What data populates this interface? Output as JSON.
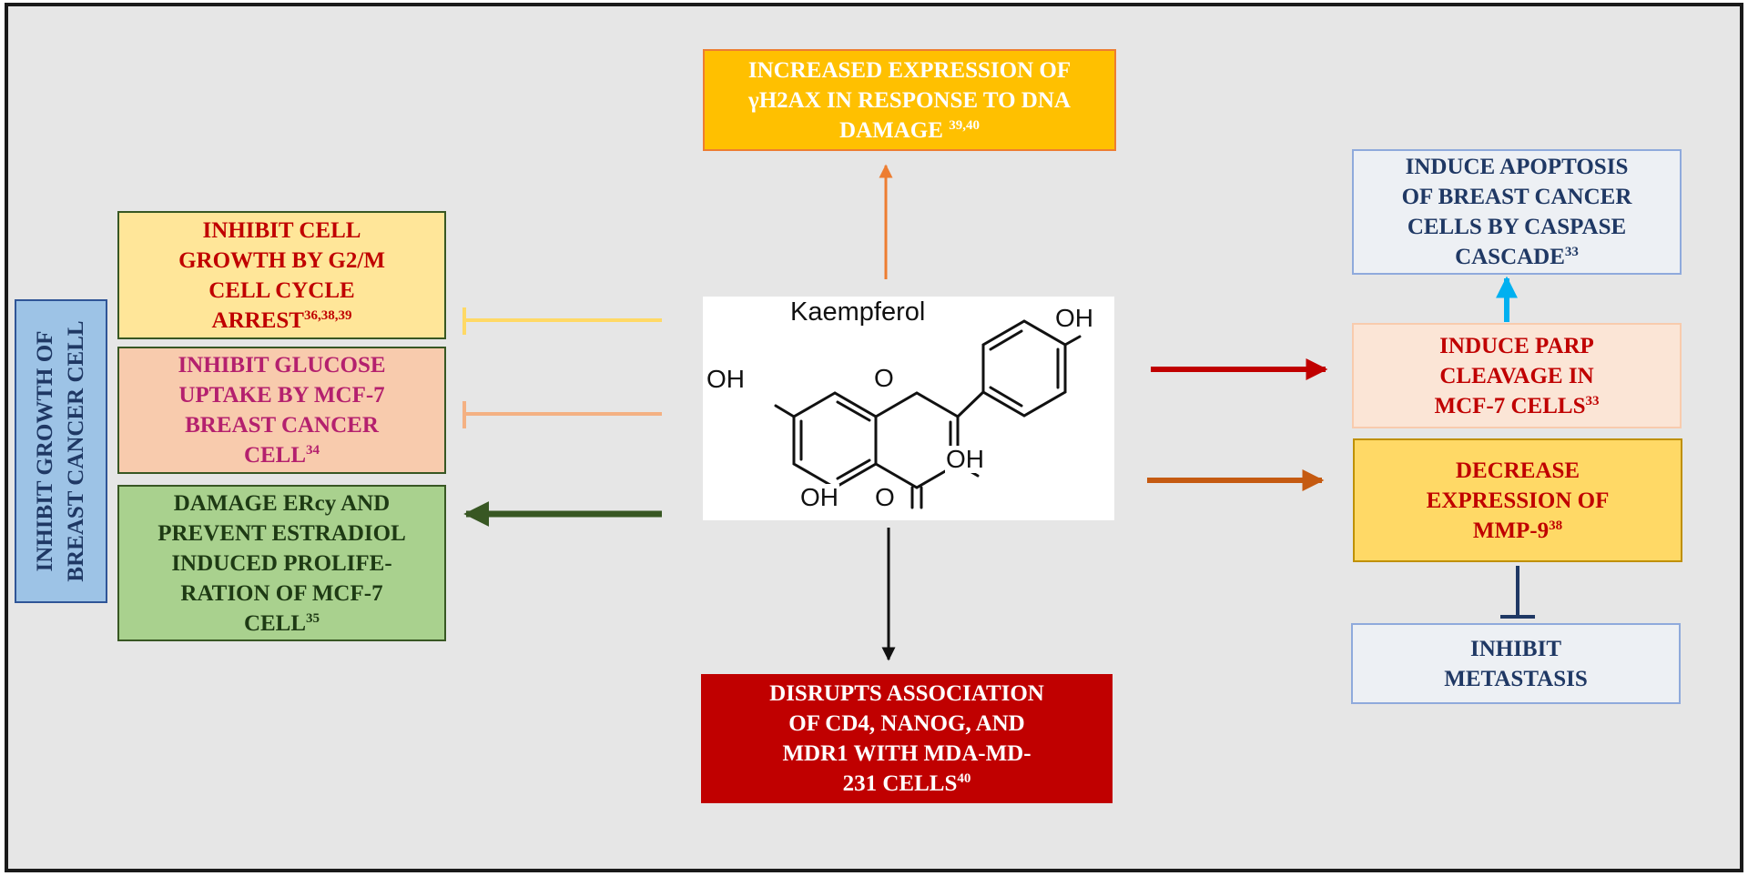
{
  "colors": {
    "frame_bg": "#e6e6e6",
    "top_box_fill": "#ffc000",
    "bottom_box_fill": "#c00000",
    "left_yellow_fill": "#ffe699",
    "left_orange_fill": "#f8cbad",
    "left_green_fill": "#a9d18e",
    "right_blue_fill": "#edf0f4",
    "right_peach_fill": "#fbe5d6",
    "right_gold_fill": "#ffd966",
    "dark_red_text": "#c00000",
    "navy_text": "#1f3864"
  },
  "structure": {
    "title": "Kaempferol",
    "labels": {
      "oh_phenyl": "OH",
      "oh_left": "OH",
      "ring_oxygen": "O",
      "oh_right": "OH",
      "oh_bottom": "OH",
      "carbonyl_oxygen": "O"
    }
  },
  "boxes": {
    "top": {
      "lines": [
        "INCREASED EXPRESSION OF",
        "γH2AX IN RESPONSE TO DNA",
        "DAMAGE"
      ],
      "ref": "39,40"
    },
    "bottom": {
      "lines": [
        "DISRUPTS ASSOCIATION",
        "OF CD4, NANOG, AND",
        "MDR1 WITH  MDA-MD-",
        "231 CELLS"
      ],
      "ref": "40"
    },
    "left_1": {
      "lines": [
        "INHIBIT CELL",
        "GROWTH BY G2/M",
        "CELL CYCLE",
        "ARREST"
      ],
      "ref": "36,38,39"
    },
    "left_2": {
      "lines": [
        "INHIBIT GLUCOSE",
        "UPTAKE BY MCF-7",
        "BREAST CANCER",
        "CELL"
      ],
      "ref": "34"
    },
    "left_3": {
      "lines": [
        "DAMAGE ERcy AND",
        "PREVENT  ESTRADIOL",
        "INDUCED PROLIFE-",
        "RATION OF MCF-7",
        "CELL"
      ],
      "ref": "35"
    },
    "right_1": {
      "lines": [
        "INDUCE APOPTOSIS",
        "OF BREAST CANCER",
        "CELLS BY CASPASE",
        "CASCADE"
      ],
      "ref": "33"
    },
    "right_2": {
      "lines": [
        "INDUCE PARP",
        "CLEAVAGE IN",
        "MCF-7 CELLS"
      ],
      "ref": "33"
    },
    "right_3": {
      "lines": [
        "DECREASE",
        "EXPRESSION OF",
        "MMP-9"
      ],
      "ref": "38"
    },
    "right_4": {
      "lines": [
        "INHIBIT",
        "METASTASIS"
      ]
    }
  },
  "side_label": {
    "text": "INHIBIT GROWTH OF BREAST CANCER CELL"
  }
}
